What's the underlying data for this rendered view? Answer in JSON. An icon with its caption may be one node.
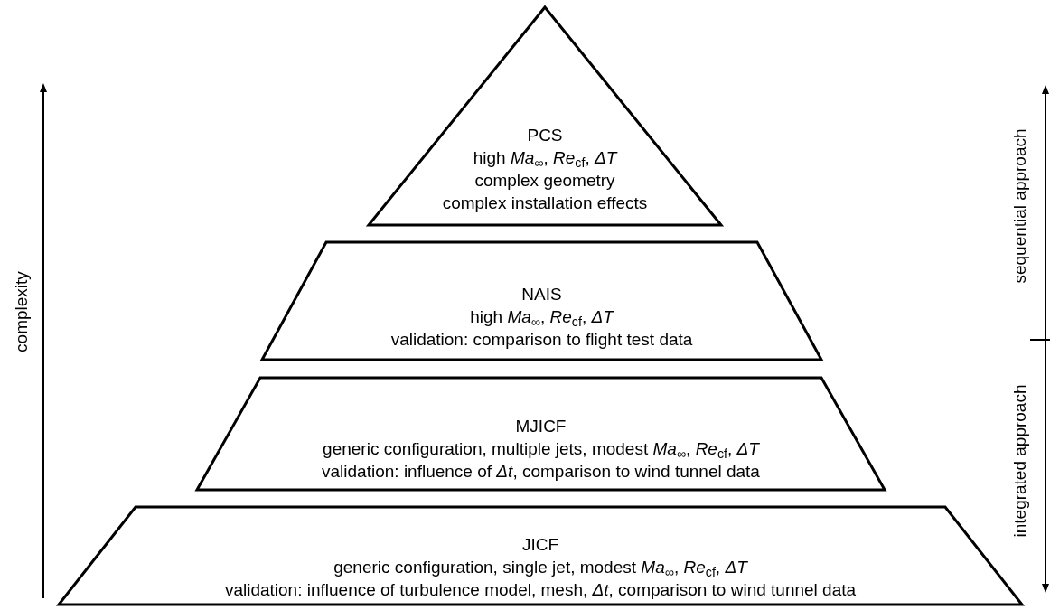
{
  "diagram": {
    "nodes": [
      {
        "text": [
          "PCS",
          "high *Ma*$_{∞}$, *Re*$_{cf}$, *ΔT*",
          "complex geometry",
          "complex installation effects"
        ]
      },
      {
        "text": [
          "NAIS",
          "high *Ma*$_{∞}$, *Re*$_{cf}$, *ΔT*",
          "validation: comparison to flight test data"
        ]
      },
      {
        "text": [
          "MJICF",
          "generic configuration, multiple jets, modest *Ma*$_{∞}$, *Re*$_{cf}$, *ΔT*",
          "validation: influence of *Δt*, comparison to wind tunnel data"
        ]
      },
      {
        "text": [
          "JICF",
          "generic configuration, single jet, modest *Ma*$_{∞}$, *Re*$_{cf}$, *ΔT*",
          "validation: influence of turbulence model, mesh, *Δt*, comparison to wind tunnel data"
        ]
      }
    ],
    "edges": [],
    "labels": [
      "complexity",
      "sequential approach",
      "integrated approach"
    ]
  }
}
